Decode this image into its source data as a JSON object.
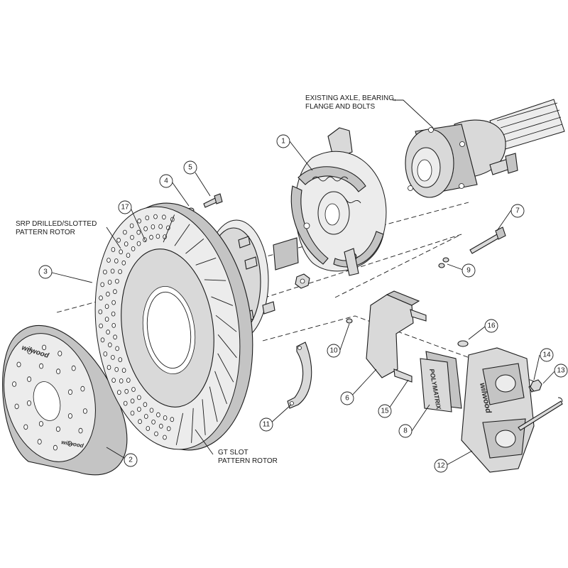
{
  "labels": {
    "existing_axle": [
      "EXISTING AXLE, BEARING,",
      "FLANGE AND BOLTS"
    ],
    "srp_rotor": [
      "SRP DRILLED/SLOTTED",
      "PATTERN ROTOR"
    ],
    "gt_rotor": [
      "GT SLOT",
      "PATTERN ROTOR"
    ]
  },
  "callouts": {
    "c1": "1",
    "c2": "2",
    "c3": "3",
    "c4": "4",
    "c5": "5",
    "c6": "6",
    "c7": "7",
    "c8": "8",
    "c9": "9",
    "c10": "10",
    "c11": "11",
    "c12": "12",
    "c13": "13",
    "c14": "14",
    "c15": "15",
    "c16": "16",
    "c17": "17"
  },
  "part_markings": {
    "drum_logo": "wilwood",
    "drum_stamp": "wilwood",
    "caliper_logo": "wilwood",
    "pad_text": "POLYMATRIX"
  },
  "colors": {
    "line": "#1a1a1a",
    "part_fill": "#d9d9d9",
    "background": "#ffffff"
  }
}
